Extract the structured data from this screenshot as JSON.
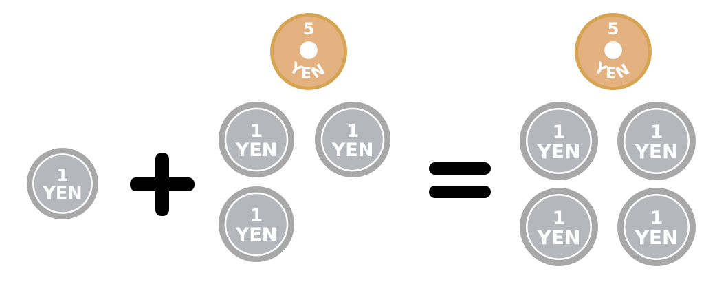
{
  "coins": {
    "one_yen": {
      "value": "1",
      "unit": "YEN"
    },
    "five_yen": {
      "value": "5",
      "unit": "YEN"
    }
  },
  "equation": {
    "left": {
      "one_yen_count": 1
    },
    "plus": "+",
    "middle": {
      "five_yen_count": 1,
      "one_yen_count": 3
    },
    "equals": "=",
    "right": {
      "five_yen_count": 1,
      "one_yen_count": 4
    }
  },
  "colors": {
    "one_yen_ring": "#a8a8a8",
    "one_yen_face": "#b4b8bc",
    "five_yen_ring": "#d6a452",
    "five_yen_face": "#e3b280",
    "operator": "#000000"
  }
}
